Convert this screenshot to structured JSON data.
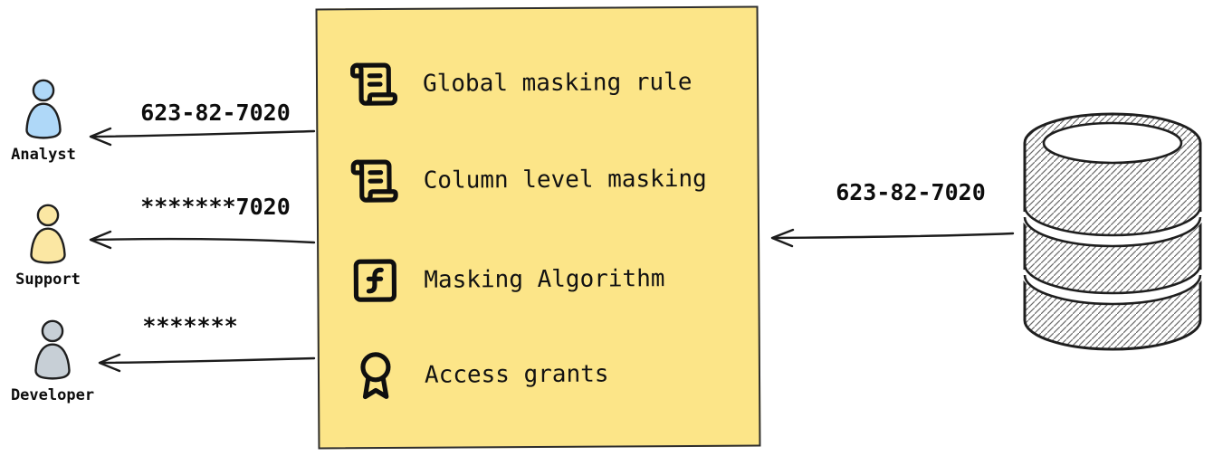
{
  "policy_box": {
    "fill": "#FCE588",
    "items": [
      {
        "icon": "scroll-icon",
        "label": "Global masking rule"
      },
      {
        "icon": "scroll-icon",
        "label": "Column level masking"
      },
      {
        "icon": "function-icon",
        "label": "Masking Algorithm"
      },
      {
        "icon": "award-icon",
        "label": "Access grants"
      }
    ]
  },
  "personas": [
    {
      "name": "Analyst",
      "value": "623-82-7020",
      "color": "#AFD8F8"
    },
    {
      "name": "Support",
      "value": "*******7020",
      "color": "#FBE7A3"
    },
    {
      "name": "Developer",
      "value": "*******",
      "color": "#C7CFD6"
    }
  ],
  "database": {
    "value": "623-82-7020"
  }
}
